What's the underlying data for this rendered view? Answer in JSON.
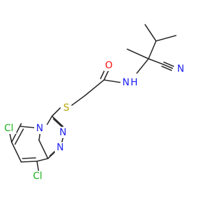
{
  "molecule": {
    "atoms": {
      "o1": "O",
      "n_amide": "N",
      "h_amide": "H",
      "n_nitrile": "N",
      "s1": "S",
      "n_ring": "N",
      "n_tri_a": "N",
      "n_tri_b": "N",
      "cl_1": "Cl",
      "cl_2": "Cl"
    },
    "colors": {
      "bond": "#2b2b2b",
      "carbon": "#2b2b2b",
      "nitrogen": "#1f23f0",
      "oxygen": "#ff0d0d",
      "sulfur": "#b8a400",
      "chlorine": "#1fb11f"
    }
  }
}
